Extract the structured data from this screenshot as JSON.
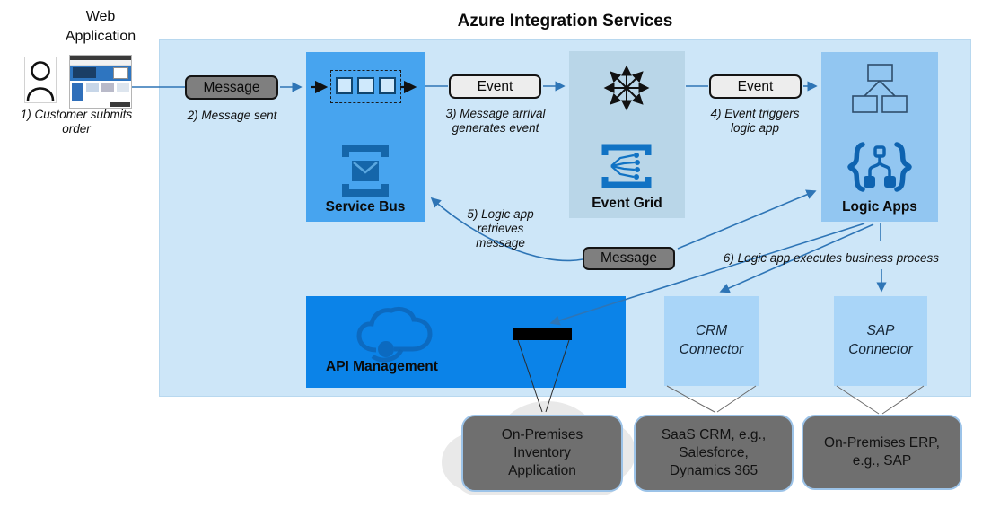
{
  "title": "Azure Integration Services",
  "colors": {
    "panel": "#cde6f8",
    "service_bus_box": "#47a4ef",
    "event_grid_box": "#b9d6e8",
    "logic_apps_box": "#92c6f1",
    "api_management_box": "#0b83e8",
    "connector_box": "#a9d5f8",
    "message_badge": "#7f7f7f",
    "event_badge": "#ededed",
    "external_box": "#6f6f6f",
    "arrow_blue": "#2e75b6"
  },
  "actors": {
    "web_application_label": "Web\nApplication",
    "step1": "1) Customer submits\norder"
  },
  "badges": {
    "message_sent": "Message",
    "event_generated": "Event",
    "event_trigger": "Event",
    "message_retrieved": "Message"
  },
  "steps": {
    "step2": "2) Message sent",
    "step3": "3) Message arrival\ngenerates event",
    "step4": "4) Event triggers\nlogic app",
    "step5": "5) Logic app\nretrieves\nmessage",
    "step6": "6) Logic app executes business process"
  },
  "services": {
    "service_bus": "Service Bus",
    "event_grid": "Event Grid",
    "logic_apps": "Logic Apps",
    "api_management": "API Management",
    "crm_connector": "CRM\nConnector",
    "sap_connector": "SAP\nConnector"
  },
  "external_systems": [
    {
      "label": "On-Premises\nInventory\nApplication"
    },
    {
      "label": "SaaS CRM, e.g.,\nSalesforce,\nDynamics 365"
    },
    {
      "label": "On-Premises ERP,\ne.g., SAP"
    }
  ],
  "icons": {
    "person": "person-icon",
    "web_page": "web-page-thumbnail",
    "queue": "message-queue-icon",
    "service_bus": "service-bus-logo",
    "fanout": "event-fanout-arrows-icon",
    "event_grid": "event-grid-logo",
    "flowchart": "workflow-tree-icon",
    "logic_apps": "logic-apps-logo",
    "api_cloud": "api-management-cloud-icon",
    "funnel": "funnel-connector"
  }
}
